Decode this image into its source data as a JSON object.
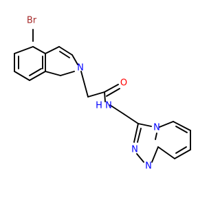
{
  "molecule": {
    "atoms": {
      "br": {
        "label": "Br",
        "color": "#a52a2a"
      },
      "n_indole": {
        "label": "N",
        "color": "#0000ff"
      },
      "o_carbonyl": {
        "label": "O",
        "color": "#ff0000"
      },
      "n_amide": {
        "label": "N",
        "color": "#0000ff"
      },
      "h_amide": {
        "label": "H",
        "color": "#0000ff"
      },
      "n_triazole_fused": {
        "label": "N",
        "color": "#0000ff"
      },
      "n_triazole_1": {
        "label": "N",
        "color": "#0000ff"
      },
      "n_triazole_2": {
        "label": "N",
        "color": "#0000ff"
      }
    },
    "bond_color": "#000000"
  }
}
